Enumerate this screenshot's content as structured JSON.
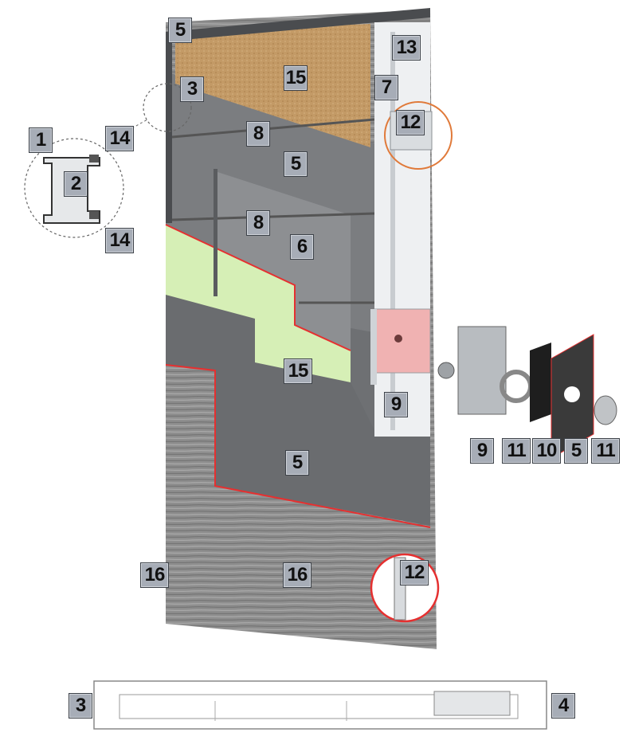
{
  "labels": {
    "top_frame": "5",
    "top_core": "15",
    "top_rod": "13",
    "top_hinge_side": "3",
    "bar_rod": "7",
    "top_lock_point": "12",
    "detail_frame": "1",
    "detail_seal_top": "14",
    "detail_leaf": "2",
    "detail_seal_bottom": "14",
    "upper_stiffener": "8",
    "steel_sheet_upper": "5",
    "lower_stiffener": "8",
    "insulation_sheet": "6",
    "green_core": "15",
    "main_lock": "9",
    "steel_sheet_lower": "5",
    "panel_left": "16",
    "panel_center": "16",
    "bottom_lock_point": "12",
    "kit_lock": "9",
    "kit_rosette": "11",
    "kit_plate": "10",
    "kit_sheet": "5",
    "kit_cylinder_guard": "11",
    "section_left": "3",
    "section_right": "4"
  },
  "colors": {
    "label_fill": "#a7adb7",
    "wood_core": "#c39a66",
    "steel_dark": "#6b6d70",
    "steel_mid": "#8b8d90",
    "green_core": "#d6efb6",
    "accent_red": "#e53030",
    "lock_pink": "#f0b2b2"
  }
}
